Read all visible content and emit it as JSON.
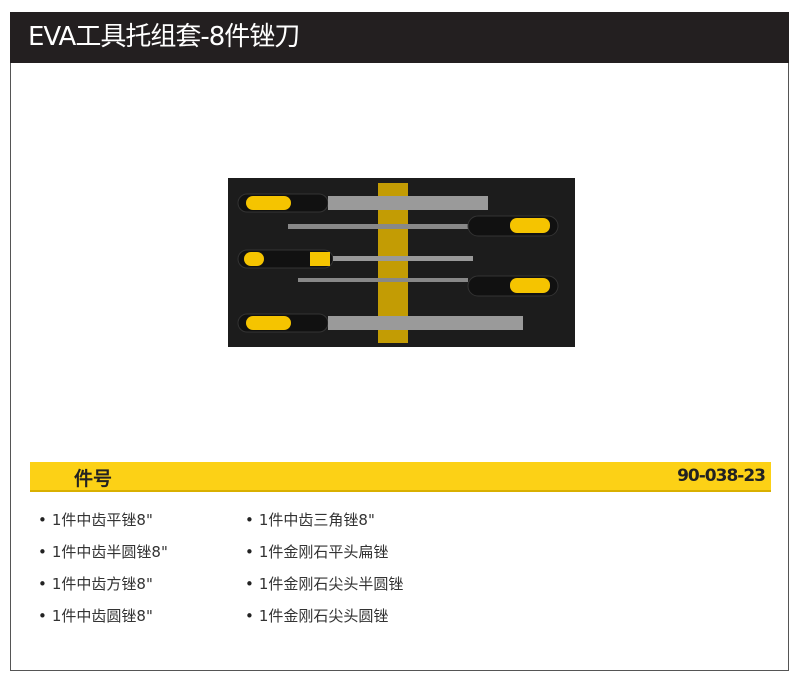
{
  "title": "EVA工具托组套-8件锉刀",
  "part_label": "件号",
  "part_number": "90-038-23",
  "items": [
    "1件中齿平锉8\"",
    "1件中齿半圆锉8\"",
    "1件中齿方锉8\"",
    "1件中齿圆锉8\"",
    "1件中齿三角锉8\"",
    "1件金刚石平头扁锉",
    "1件金刚石尖头半圆锉",
    "1件金刚石尖头圆锉"
  ],
  "colors": {
    "header": "#231f20",
    "accent": "#fcd116",
    "tray": "#1e1e1e"
  }
}
